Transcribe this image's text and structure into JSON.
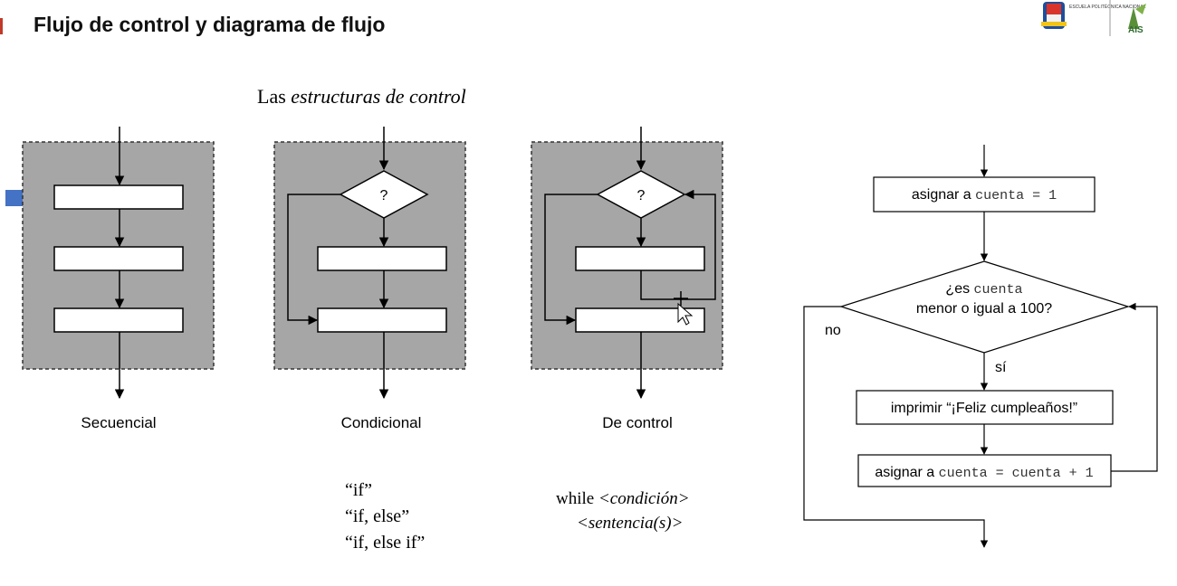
{
  "header": {
    "title": "Flujo de control y diagrama de flujo",
    "logo_text": "ESCUELA POLITÉCNICA NACIONAL",
    "logo2_text": "AIS"
  },
  "subtitle": {
    "prefix": "Las ",
    "emphasis": "estructuras de control"
  },
  "structures": [
    {
      "label": "Secuencial"
    },
    {
      "label": "Condicional",
      "diamond": "?"
    },
    {
      "label": "De control",
      "diamond": "?"
    }
  ],
  "conditional_syntax": [
    "“if”",
    "“if, else”",
    "“if, else if”"
  ],
  "loop_syntax": {
    "line1_plain": "while ",
    "line1_italic": "<condición>",
    "line2_italic": "<sentencia(s)>"
  },
  "flowchart": {
    "assign1_plain": "asignar a ",
    "assign1_code": "cuenta = 1",
    "cond_line1_plain": "¿es ",
    "cond_line1_code": "cuenta",
    "cond_line2": "menor o igual a 100?",
    "no_label": "no",
    "yes_label": "sí",
    "print_box": "imprimir “¡Feliz cumpleaños!”",
    "assign2_plain": "asignar a ",
    "assign2_code": "cuenta = cuenta + 1"
  },
  "colors": {
    "panel_fill": "#a6a6a6",
    "pointer_arrow": "#4472c4",
    "line": "#000000"
  }
}
